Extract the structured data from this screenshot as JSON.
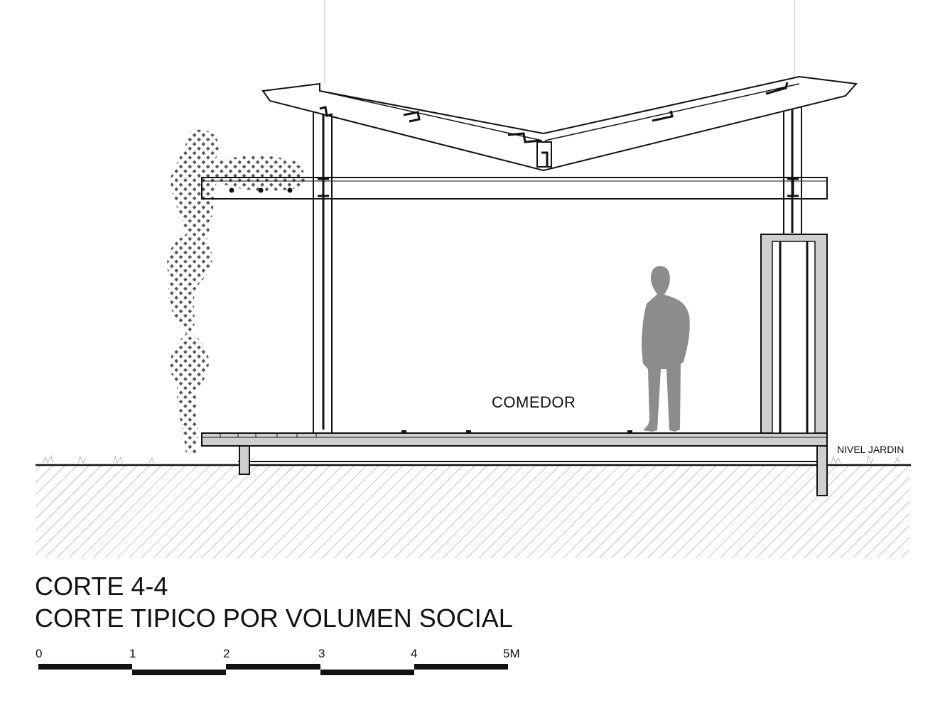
{
  "room_label": "COMEDOR",
  "level_label": "NIVEL JARDIN",
  "title": "CORTE 4-4",
  "subtitle": "CORTE TIPICO POR VOLUMEN SOCIAL",
  "scale_bar": {
    "ticks": [
      "0",
      "1",
      "2",
      "3",
      "4",
      "5M"
    ]
  },
  "colors": {
    "line": "#111111",
    "person": "#8c8c8c",
    "hatch": "#9a9a9a",
    "foliage": "#555555",
    "floor": "#cfcfcf"
  }
}
